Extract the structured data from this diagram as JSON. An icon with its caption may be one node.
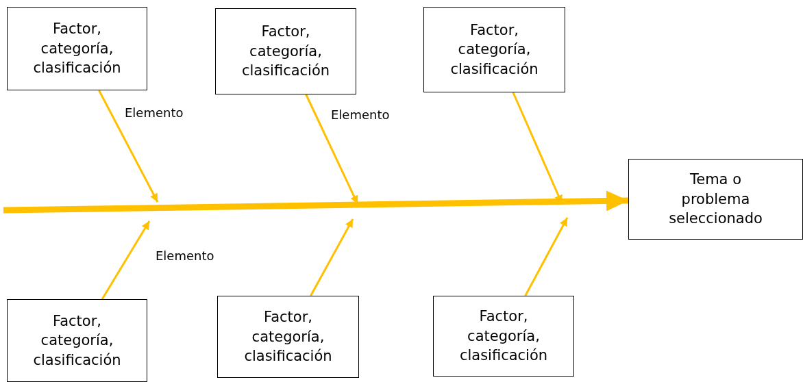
{
  "diagram": {
    "nodes": [
      {
        "text": [
          "Factor, categoría, clasificación"
        ]
      },
      {
        "text": [
          "Factor, categoría, clasificación"
        ]
      },
      {
        "text": [
          "Factor, categoría, clasificación"
        ]
      },
      {
        "text": [
          "Tema o problema seleccionado"
        ]
      },
      {
        "text": [
          "Factor, categoría, clasificación"
        ]
      },
      {
        "text": [
          "Factor, categoría, clasificación"
        ]
      },
      {
        "text": [
          "Factor, categoría, clasificación"
        ]
      }
    ],
    "edges": [
      {
        "from": null,
        "to": 3,
        "arrow": "to",
        "style": "thick"
      },
      {
        "from": 0,
        "to": null,
        "arrow": "to"
      },
      {
        "from": 1,
        "to": null,
        "arrow": "to"
      },
      {
        "from": 2,
        "to": null,
        "arrow": "to"
      },
      {
        "from": 4,
        "to": null,
        "arrow": "to"
      },
      {
        "from": 5,
        "to": null,
        "arrow": "to"
      },
      {
        "from": 6,
        "to": null,
        "arrow": "to"
      }
    ],
    "labels": [
      "Elemento",
      "Elemento",
      "Elemento"
    ]
  }
}
